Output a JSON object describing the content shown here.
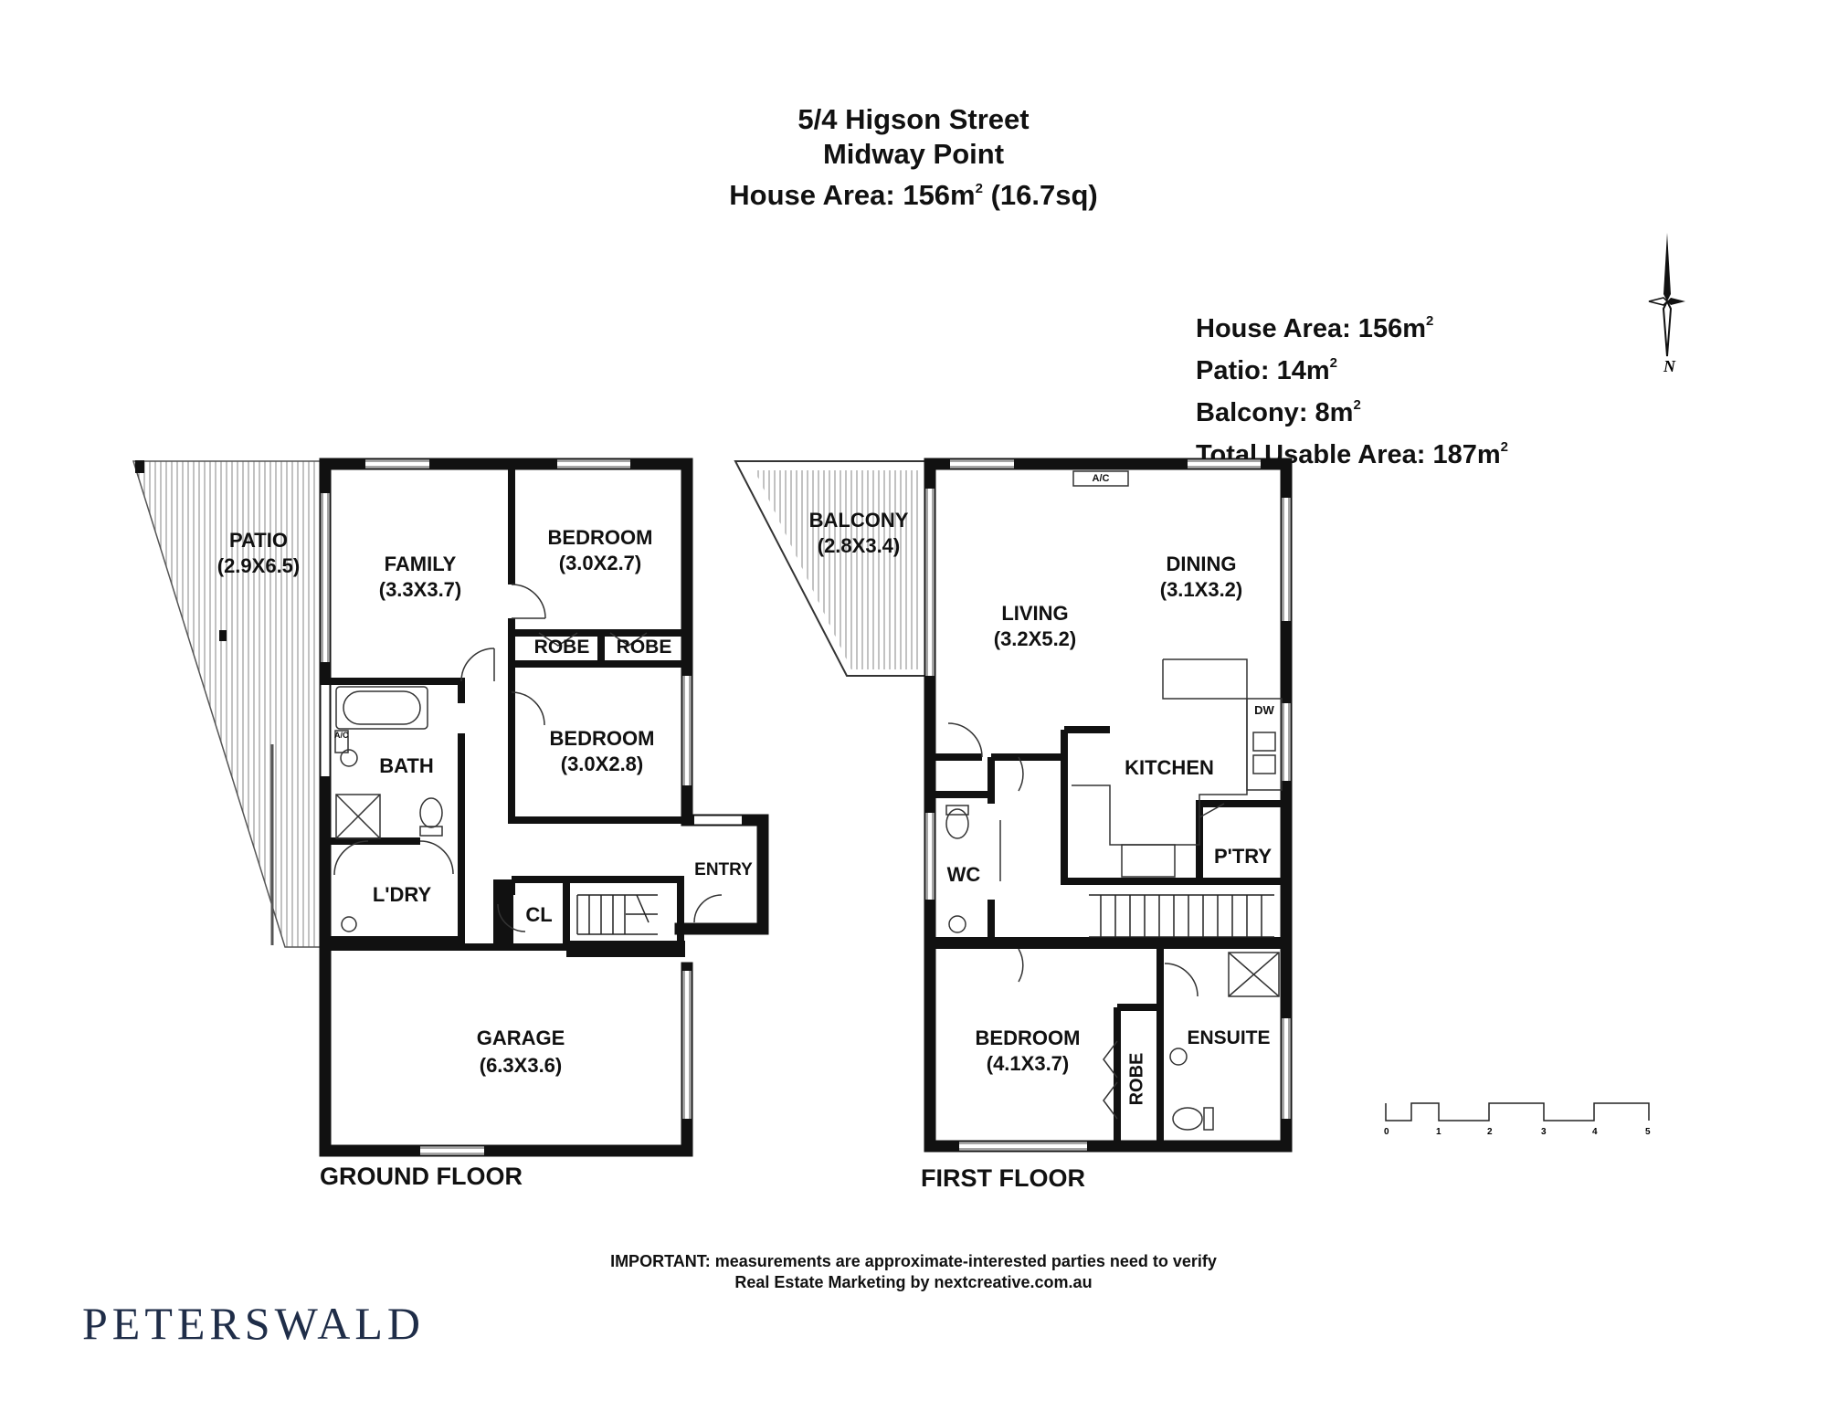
{
  "header": {
    "address_line1": "5/4 Higson Street",
    "address_line2": "Midway Point",
    "area_line_prefix": "House Area: 156m",
    "area_line_sup": "2",
    "area_line_suffix": " (16.7sq)"
  },
  "areas": [
    {
      "label": "House Area: 156m",
      "sup": "2"
    },
    {
      "label": "Patio: 14m",
      "sup": "2"
    },
    {
      "label": "Balcony: 8m",
      "sup": "2"
    },
    {
      "label": "Total Usable Area: 187m",
      "sup": "2"
    }
  ],
  "rooms": {
    "patio": {
      "name": "PATIO",
      "size": "(2.9X6.5)"
    },
    "family": {
      "name": "FAMILY",
      "size": "(3.3X3.7)"
    },
    "bedroom_gf1": {
      "name": "BEDROOM",
      "size": "(3.0X2.7)"
    },
    "robe_gf1": {
      "name": "ROBE"
    },
    "robe_gf2": {
      "name": "ROBE"
    },
    "bedroom_gf2": {
      "name": "BEDROOM",
      "size": "(3.0X2.8)"
    },
    "bath": {
      "name": "BATH"
    },
    "ac_gf": {
      "name": "A/C"
    },
    "laundry": {
      "name": "L'DRY"
    },
    "cl": {
      "name": "CL"
    },
    "entry": {
      "name": "ENTRY"
    },
    "garage": {
      "name": "GARAGE",
      "size": "(6.3X3.6)"
    },
    "balcony": {
      "name": "BALCONY",
      "size": "(2.8X3.4)"
    },
    "living": {
      "name": "LIVING",
      "size": "(3.2X5.2)"
    },
    "dining": {
      "name": "DINING",
      "size": "(3.1X3.2)"
    },
    "ac_ff": {
      "name": "A/C"
    },
    "dw": {
      "name": "DW"
    },
    "kitchen": {
      "name": "KITCHEN"
    },
    "pantry": {
      "name": "P'TRY"
    },
    "wc": {
      "name": "WC"
    },
    "bedroom_ff": {
      "name": "BEDROOM",
      "size": "(4.1X3.7)"
    },
    "robe_ff": {
      "name": "ROBE"
    },
    "ensuite": {
      "name": "ENSUITE"
    }
  },
  "floors": {
    "ground": "GROUND FLOOR",
    "first": "FIRST FLOOR"
  },
  "compass": {
    "label": "N"
  },
  "scale": {
    "ticks": [
      "0",
      "1",
      "2",
      "3",
      "4",
      "5"
    ]
  },
  "footer": {
    "important_label": "IMPORTANT:",
    "important_text": " measurements are approximate-interested parties need to verify",
    "marketing": "Real Estate Marketing by nextcreative.com.au"
  },
  "brand": {
    "name": "PETERSWALD",
    "color": "#1f2d48"
  }
}
